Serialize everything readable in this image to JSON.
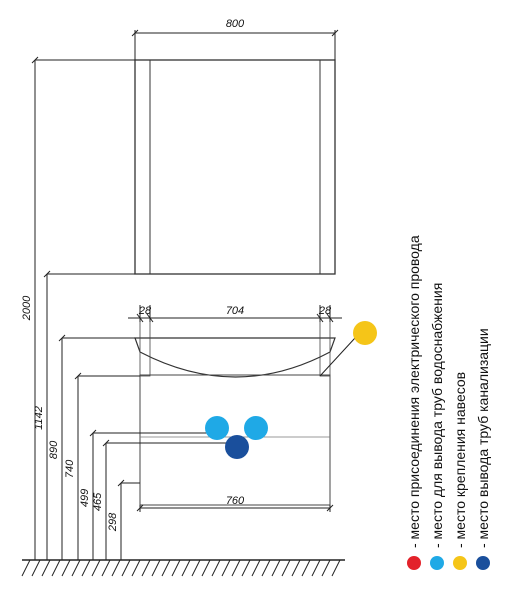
{
  "dimensions": {
    "top_width": "800",
    "shelf_left": "28",
    "shelf_mid": "704",
    "shelf_right": "28",
    "cabinet_width": "760",
    "height_total": "2000",
    "height_1142": "1142",
    "height_890": "890",
    "height_740": "740",
    "height_499": "499",
    "height_465": "465",
    "height_298": "298"
  },
  "legend": [
    {
      "text": "- место присоединения электрического провода",
      "color": "#e3222a",
      "icon": "red-dot-icon"
    },
    {
      "text": "- место для вывода труб водоснабжения",
      "color": "#1fa9e6",
      "icon": "light-blue-dot-icon"
    },
    {
      "text": "- место крепления навесов",
      "color": "#f5c518",
      "icon": "yellow-dot-icon"
    },
    {
      "text": "- место вывода труб канализации",
      "color": "#1a4f9c",
      "icon": "dark-blue-dot-icon"
    }
  ],
  "markers": {
    "electric": "#f5c518",
    "water_left": "#1fa9e6",
    "water_right": "#1fa9e6",
    "drain": "#1a4f9c"
  }
}
